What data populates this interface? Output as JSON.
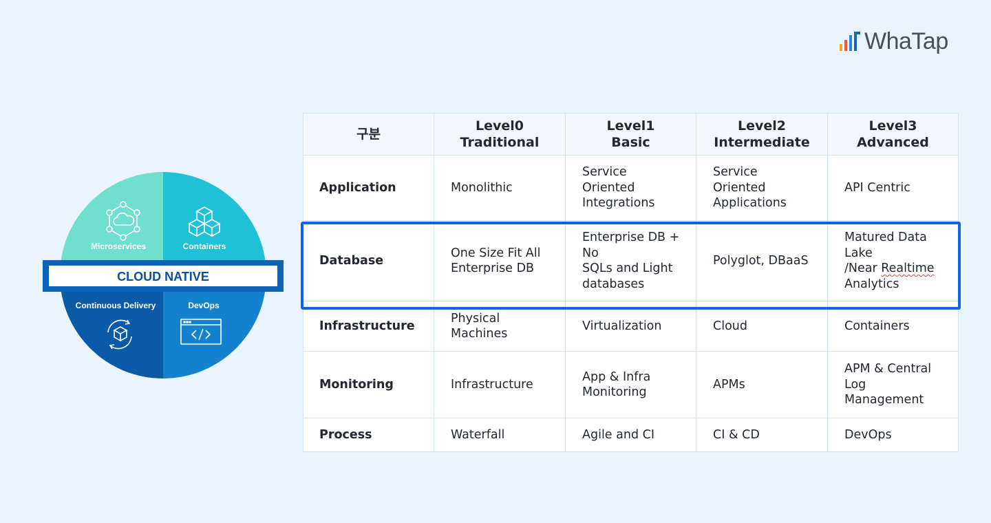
{
  "logo": {
    "text": "WhaTap",
    "bar_colors": [
      "#f7a21b",
      "#f15a29",
      "#1e88e5",
      "#1565c0"
    ]
  },
  "diagram": {
    "center_label": "CLOUD NATIVE",
    "quadrants": [
      {
        "label": "Microservices",
        "icon": "cloud-network-icon",
        "color": "#6fe0cf"
      },
      {
        "label": "Containers",
        "icon": "stacked-cubes-icon",
        "color": "#1fc1d7"
      },
      {
        "label": "Continuous Delivery",
        "icon": "cube-cycle-icon",
        "color": "#0b5aa8"
      },
      {
        "label": "DevOps",
        "icon": "code-window-icon",
        "color": "#1482cf"
      }
    ]
  },
  "table": {
    "headers": [
      {
        "line1": "구분",
        "line2": ""
      },
      {
        "line1": "Level0",
        "line2": "Traditional"
      },
      {
        "line1": "Level1",
        "line2": "Basic"
      },
      {
        "line1": "Level2",
        "line2": "Intermediate"
      },
      {
        "line1": "Level3",
        "line2": "Advanced"
      }
    ],
    "rows": [
      {
        "label": "Application",
        "cells": [
          [
            "Monolithic"
          ],
          [
            "Service",
            "Oriented",
            "Integrations"
          ],
          [
            "Service",
            "Oriented",
            "Applications"
          ],
          [
            "API Centric"
          ]
        ]
      },
      {
        "label": "Database",
        "cells": [
          [
            "One Size Fit All",
            "Enterprise DB"
          ],
          [
            "Enterprise DB +",
            "No",
            "SQLs and Light",
            "databases"
          ],
          [
            "Polyglot, DBaaS"
          ],
          [
            "Matured Data",
            "Lake",
            "/Near",
            "Realtime",
            "Analytics"
          ]
        ]
      },
      {
        "label": "Infrastructure",
        "cells": [
          [
            "Physical",
            "Machines"
          ],
          [
            "Virtualization"
          ],
          [
            "Cloud"
          ],
          [
            "Containers"
          ]
        ]
      },
      {
        "label": "Monitoring",
        "cells": [
          [
            "Infrastructure"
          ],
          [
            "App & Infra",
            "Monitoring"
          ],
          [
            "APMs"
          ],
          [
            "APM & Central",
            "Log",
            "Management"
          ]
        ]
      },
      {
        "label": "Process",
        "cells": [
          [
            "Waterfall"
          ],
          [
            "Agile and CI"
          ],
          [
            "CI & CD"
          ],
          [
            "DevOps"
          ]
        ]
      }
    ],
    "highlight_color": "#0e65e8"
  }
}
